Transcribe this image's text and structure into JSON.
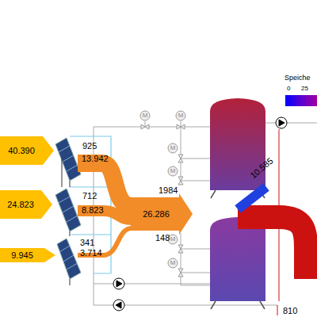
{
  "diagram": {
    "nodes": [
      {
        "text": [
          "40.390"
        ]
      },
      {
        "text": [
          "24.823"
        ]
      },
      {
        "text": [
          "9.945"
        ]
      }
    ],
    "labels": [
      "925",
      "13.942",
      "712",
      "8.823",
      "341",
      "3.714",
      "26.286",
      "1984",
      "148",
      "10.585",
      "810",
      "Speiche",
      "0",
      "25",
      "M",
      "M",
      "M",
      "M",
      "M",
      "M"
    ]
  }
}
